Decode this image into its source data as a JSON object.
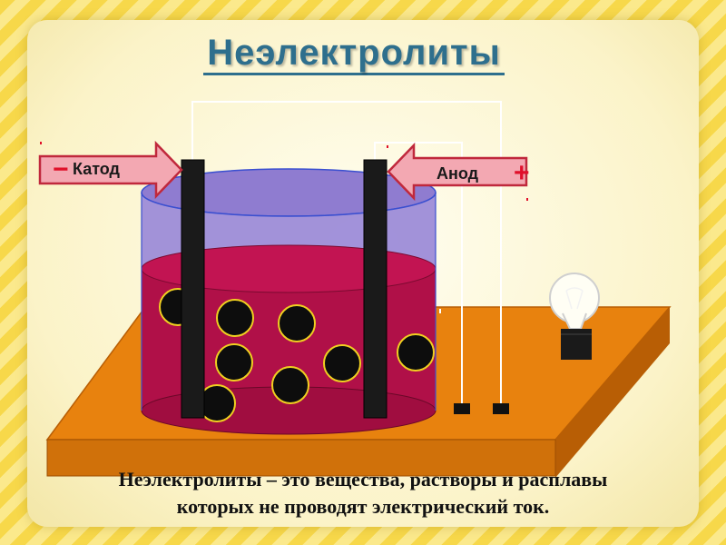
{
  "title": "Неэлектролиты",
  "cathode": {
    "label": "Катод",
    "sign": "−"
  },
  "anode": {
    "label": "Анод",
    "sign": "+"
  },
  "caption": {
    "line1": "Неэлектролиты – это вещества, растворы и расплавы",
    "line2": "которых не проводят электрический ток."
  },
  "colors": {
    "table": "#e8820e",
    "solution": "#b01048",
    "beaker_glass": "#9d8cd8",
    "electrode": "#1a1a1a",
    "arrow_fill": "#f3a8b2",
    "arrow_stroke": "#c0283c"
  },
  "icons": {
    "bulb": "lightbulb-off-icon",
    "particles": "molecule-particle-icon"
  }
}
